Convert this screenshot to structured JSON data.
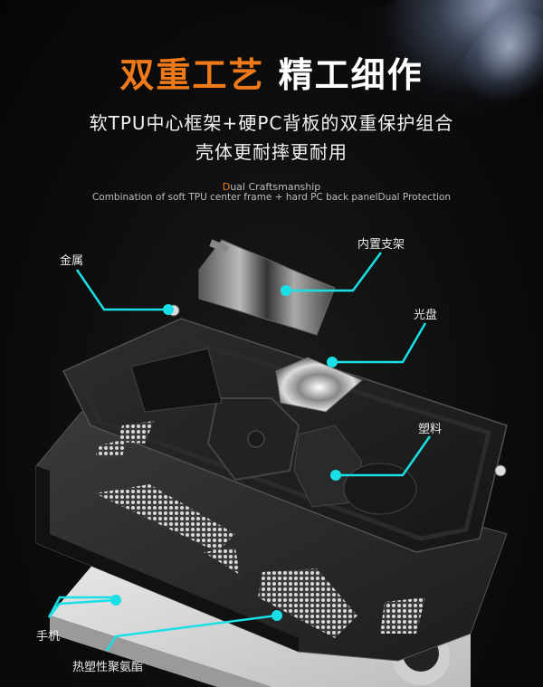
{
  "header": {
    "title_accent": "双重工艺",
    "title_main": "精工细作",
    "subtitle_line1": "软TPU中心框架+硬PC背板的双重保护组合",
    "subtitle_line2": "壳体更耐摔更耐用",
    "english_title_first_letter": "D",
    "english_title_rest": "ual Craftsmanship",
    "english_description": "Combination of soft TPU center frame + hard PC back panelDual Protection"
  },
  "callouts": [
    {
      "id": "metal",
      "label": "金属"
    },
    {
      "id": "kickstand",
      "label": "内置支架"
    },
    {
      "id": "disc",
      "label": "光盘"
    },
    {
      "id": "plastic",
      "label": "塑料"
    },
    {
      "id": "phone",
      "label": "手机"
    },
    {
      "id": "tpu",
      "label": "热塑性聚氨酯"
    }
  ],
  "colors": {
    "accent_orange": "#f07a1a",
    "callout_cyan": "#19e0e6",
    "background": "#0b0b0b"
  }
}
